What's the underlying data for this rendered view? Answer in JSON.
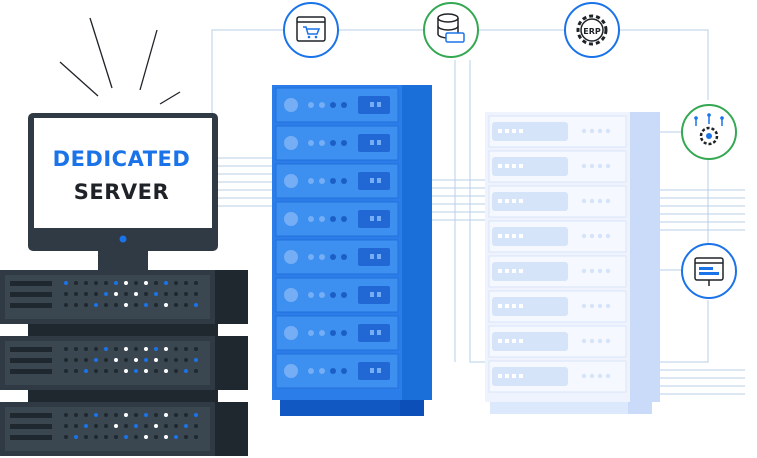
{
  "monitor": {
    "line1": "DEDICATED",
    "line2": "SERVER"
  },
  "icons": [
    {
      "name": "shopping-cart-browser-icon",
      "label": "",
      "color": "#1a73e8"
    },
    {
      "name": "database-icon",
      "label": "",
      "color": "#34a853"
    },
    {
      "name": "gear-icon",
      "label": "ERP",
      "color": "#1a73e8"
    },
    {
      "name": "chip-settings-icon",
      "label": "",
      "color": "#34a853"
    },
    {
      "name": "webpage-icon",
      "label": "",
      "color": "#1a73e8"
    }
  ],
  "colors": {
    "primary_blue": "#1a73e8",
    "rack_blue": "#2b7de9",
    "rack_light": "#dce8fb",
    "server_dark": "#2f3a44",
    "green": "#34a853"
  }
}
